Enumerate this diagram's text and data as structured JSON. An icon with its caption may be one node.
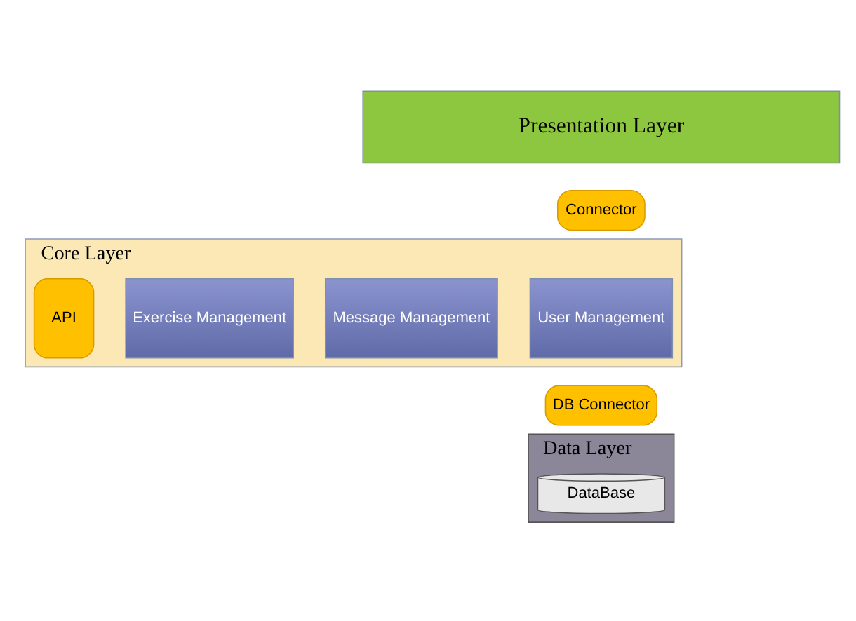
{
  "diagram": {
    "nodes": [
      {
        "text": [
          "Presentation Layer"
        ]
      },
      {
        "text": [
          "Connector"
        ]
      },
      {
        "text": [
          "Core Layer"
        ]
      },
      {
        "text": [
          "User Management"
        ],
        "in": 2
      },
      {
        "text": [
          "Message Management"
        ],
        "in": 2
      },
      {
        "text": [
          "Exercise Management"
        ],
        "in": 2
      },
      {
        "text": [
          "API"
        ],
        "in": 2
      },
      {
        "text": [
          "DB Connector"
        ]
      },
      {
        "text": [
          "Data Layer"
        ]
      },
      {
        "text": [
          "DataBase"
        ],
        "in": 8
      }
    ],
    "edges": []
  }
}
